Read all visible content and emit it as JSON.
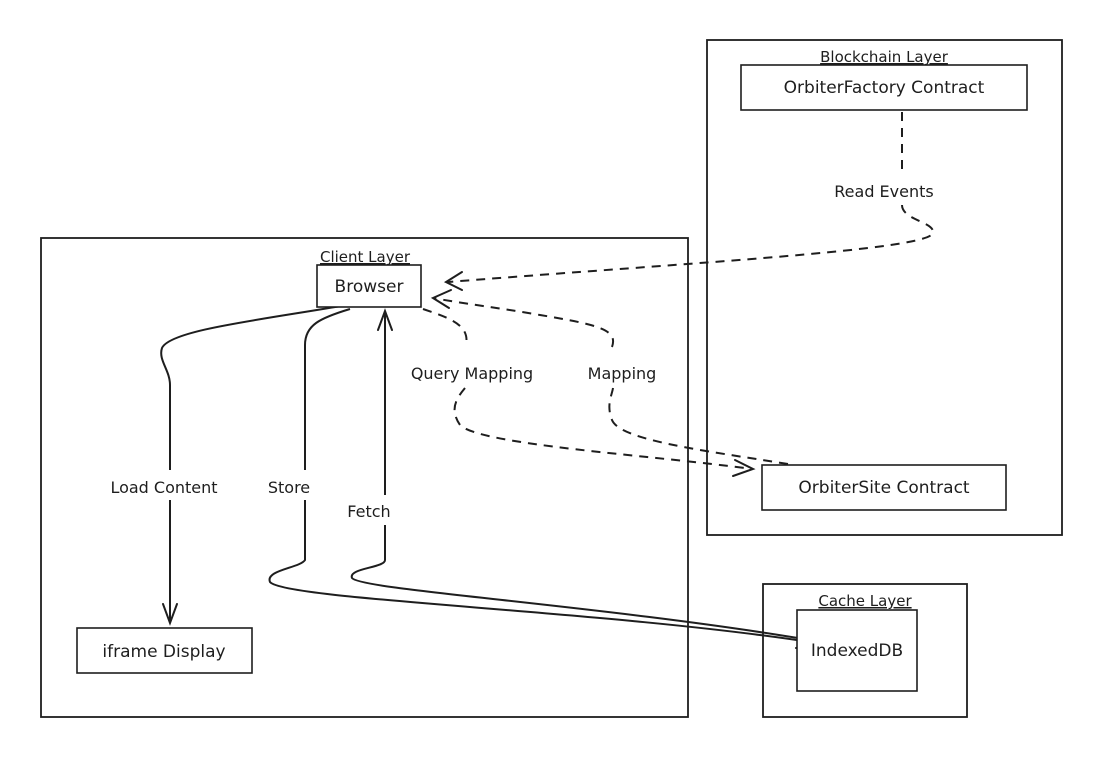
{
  "groups": {
    "client": {
      "label": "Client Layer"
    },
    "blockchain": {
      "label": "Blockchain Layer"
    },
    "cache": {
      "label": "Cache Layer"
    }
  },
  "nodes": {
    "browser": {
      "label": "Browser"
    },
    "iframe": {
      "label": "iframe Display"
    },
    "factory": {
      "label": "OrbiterFactory Contract"
    },
    "site": {
      "label": "OrbiterSite Contract"
    },
    "indexeddb": {
      "label": "IndexedDB"
    }
  },
  "edges": {
    "read_events": {
      "label": "Read Events",
      "from": "OrbiterFactory Contract",
      "to": "Browser",
      "style": "dashed"
    },
    "query_mapping": {
      "label": "Query Mapping",
      "from": "Browser",
      "to": "OrbiterSite Contract",
      "style": "dashed"
    },
    "mapping": {
      "label": "Mapping",
      "from": "OrbiterSite Contract",
      "to": "Browser",
      "style": "dashed"
    },
    "load_content": {
      "label": "Load Content",
      "from": "Browser",
      "to": "iframe Display",
      "style": "solid"
    },
    "store": {
      "label": "Store",
      "from": "Browser",
      "to": "IndexedDB",
      "style": "solid"
    },
    "fetch": {
      "label": "Fetch",
      "from": "IndexedDB",
      "to": "Browser",
      "style": "solid"
    }
  }
}
